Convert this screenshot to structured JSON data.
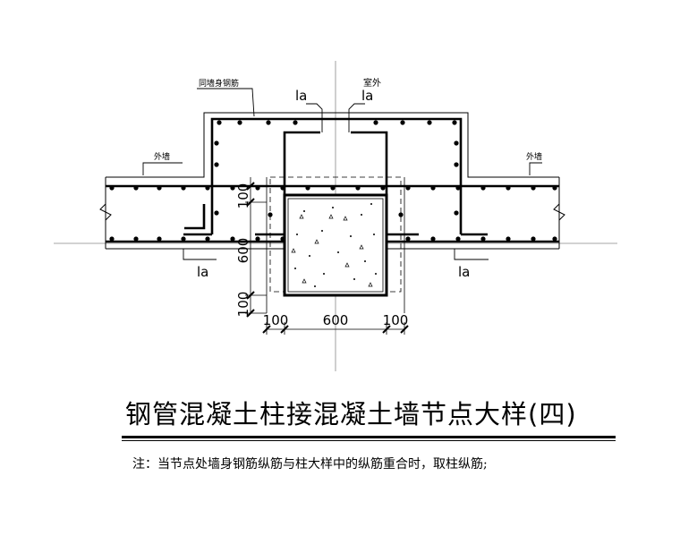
{
  "labels": {
    "wall_rebar": "同墙身钢筋",
    "indoor_outdoor": "室外",
    "outer_wall_left": "外墙",
    "outer_wall_right": "外墙",
    "la": "la"
  },
  "dimensions": {
    "top_100": "100",
    "side_600": "600",
    "bottom_100": "100",
    "bottom_left_100": "100",
    "bottom_600": "600",
    "bottom_right_100": "100"
  },
  "title": "钢管混凝土柱接混凝土墙节点大样(四)",
  "note": "注：当节点处墙身钢筋纵筋与柱大样中的纵筋重合时，取柱纵筋;"
}
